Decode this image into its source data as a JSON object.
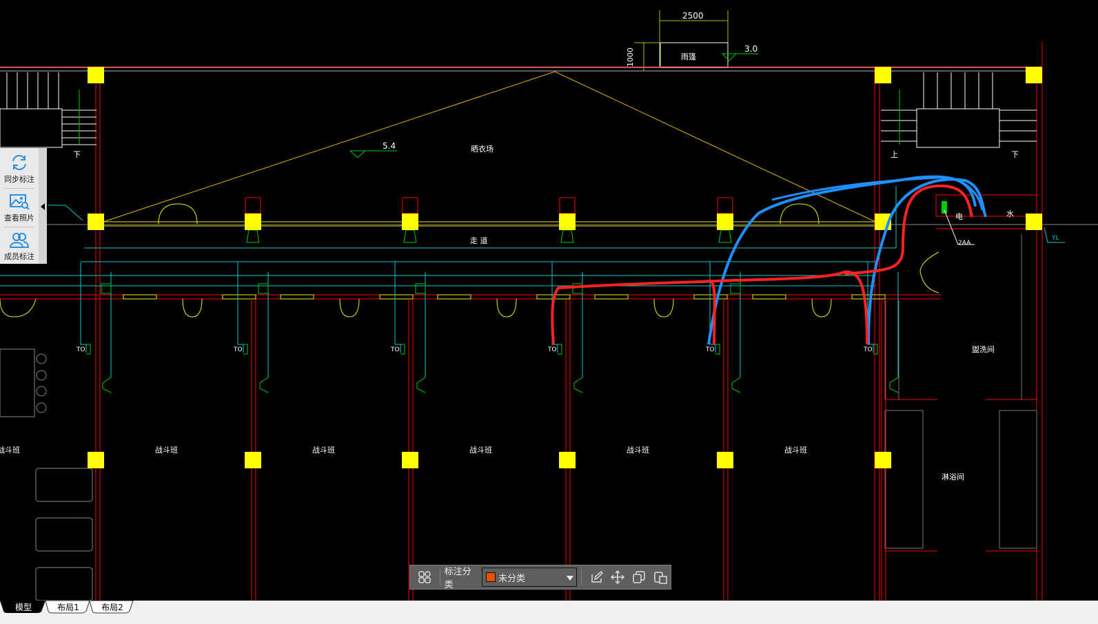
{
  "drawing": {
    "dimension_width": "2500",
    "dimension_height": "1000",
    "canopy_label": "雨篷",
    "elevation_top": "3.0",
    "elevation_roof": "5.4",
    "drying_yard": "晒衣场",
    "corridor": "走 道",
    "stair_up": "上",
    "stair_down_left": "下",
    "stair_down_right": "下",
    "electric_room": "电",
    "water_room": "水",
    "panel_label": "2AA",
    "riser_label": "YL",
    "washroom": "盥洗间",
    "shower_room": "淋浴间",
    "outlet_label": "TO",
    "squad_rooms": [
      "战斗班",
      "战斗班",
      "战斗班",
      "战斗班",
      "战斗班",
      "战斗班"
    ],
    "squad_room_left": "战斗班"
  },
  "left_toolbar": {
    "items": [
      {
        "label": "同步标注",
        "icon": "sync-icon"
      },
      {
        "label": "查看照片",
        "icon": "photo-search-icon"
      },
      {
        "label": "成员标注",
        "icon": "members-icon"
      }
    ]
  },
  "annotation_toolbar": {
    "category_label": "标注分类",
    "category_value": "未分类",
    "category_color": "#e85000"
  },
  "tabs": [
    {
      "label": "模型",
      "active": true
    },
    {
      "label": "布局1",
      "active": false
    },
    {
      "label": "布局2",
      "active": false
    }
  ]
}
